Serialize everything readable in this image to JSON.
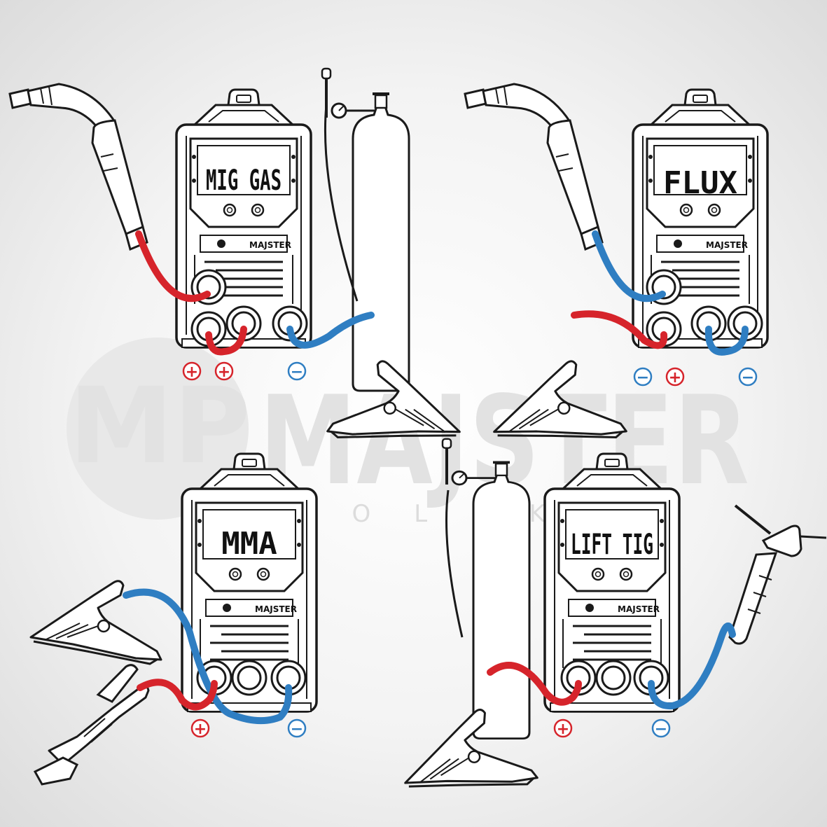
{
  "watermark": {
    "main": "MAJSTER",
    "monogram": "MP",
    "sub": "POLSKA"
  },
  "brand": "MAJSTER",
  "colors": {
    "positive": "#d6242b",
    "negative": "#2f7ec2",
    "outline": "#1a1a1a",
    "fill": "#ffffff"
  },
  "panels": [
    {
      "mode": "MIG GAS",
      "polarity": [
        "+",
        "+",
        "−"
      ],
      "accessories": [
        "mig-torch",
        "gas-cylinder",
        "ground-clamp"
      ]
    },
    {
      "mode": "FLUX",
      "polarity": [
        "−",
        "+",
        "−"
      ],
      "accessories": [
        "mig-torch",
        "ground-clamp"
      ]
    },
    {
      "mode": "MMA",
      "polarity": [
        "+",
        "−"
      ],
      "accessories": [
        "ground-clamp",
        "electrode-holder"
      ]
    },
    {
      "mode": "LIFT TIG",
      "polarity": [
        "+",
        "−"
      ],
      "accessories": [
        "gas-cylinder",
        "ground-clamp",
        "tig-torch"
      ]
    }
  ]
}
